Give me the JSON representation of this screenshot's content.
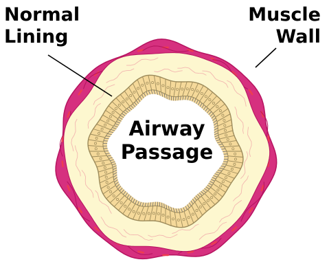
{
  "labels": {
    "normal_lining": [
      "Normal",
      "Lining"
    ],
    "muscle_wall": [
      "Muscle",
      "Wall"
    ],
    "airway_passage": [
      "Airway",
      "Passage"
    ]
  },
  "colors": {
    "muscle": "#d6307f",
    "muscle_dark": "#b5135f",
    "muscle_streak": "#ee3d4f",
    "tissue": "#fdf7cf",
    "tissue_fiber": "#f3b7b0",
    "epithelium": "#f5d99a",
    "cell_line": "#9c8a5a",
    "cilia": "#6f6f6f",
    "lumen": "#ffffff",
    "leader": "#000000"
  }
}
